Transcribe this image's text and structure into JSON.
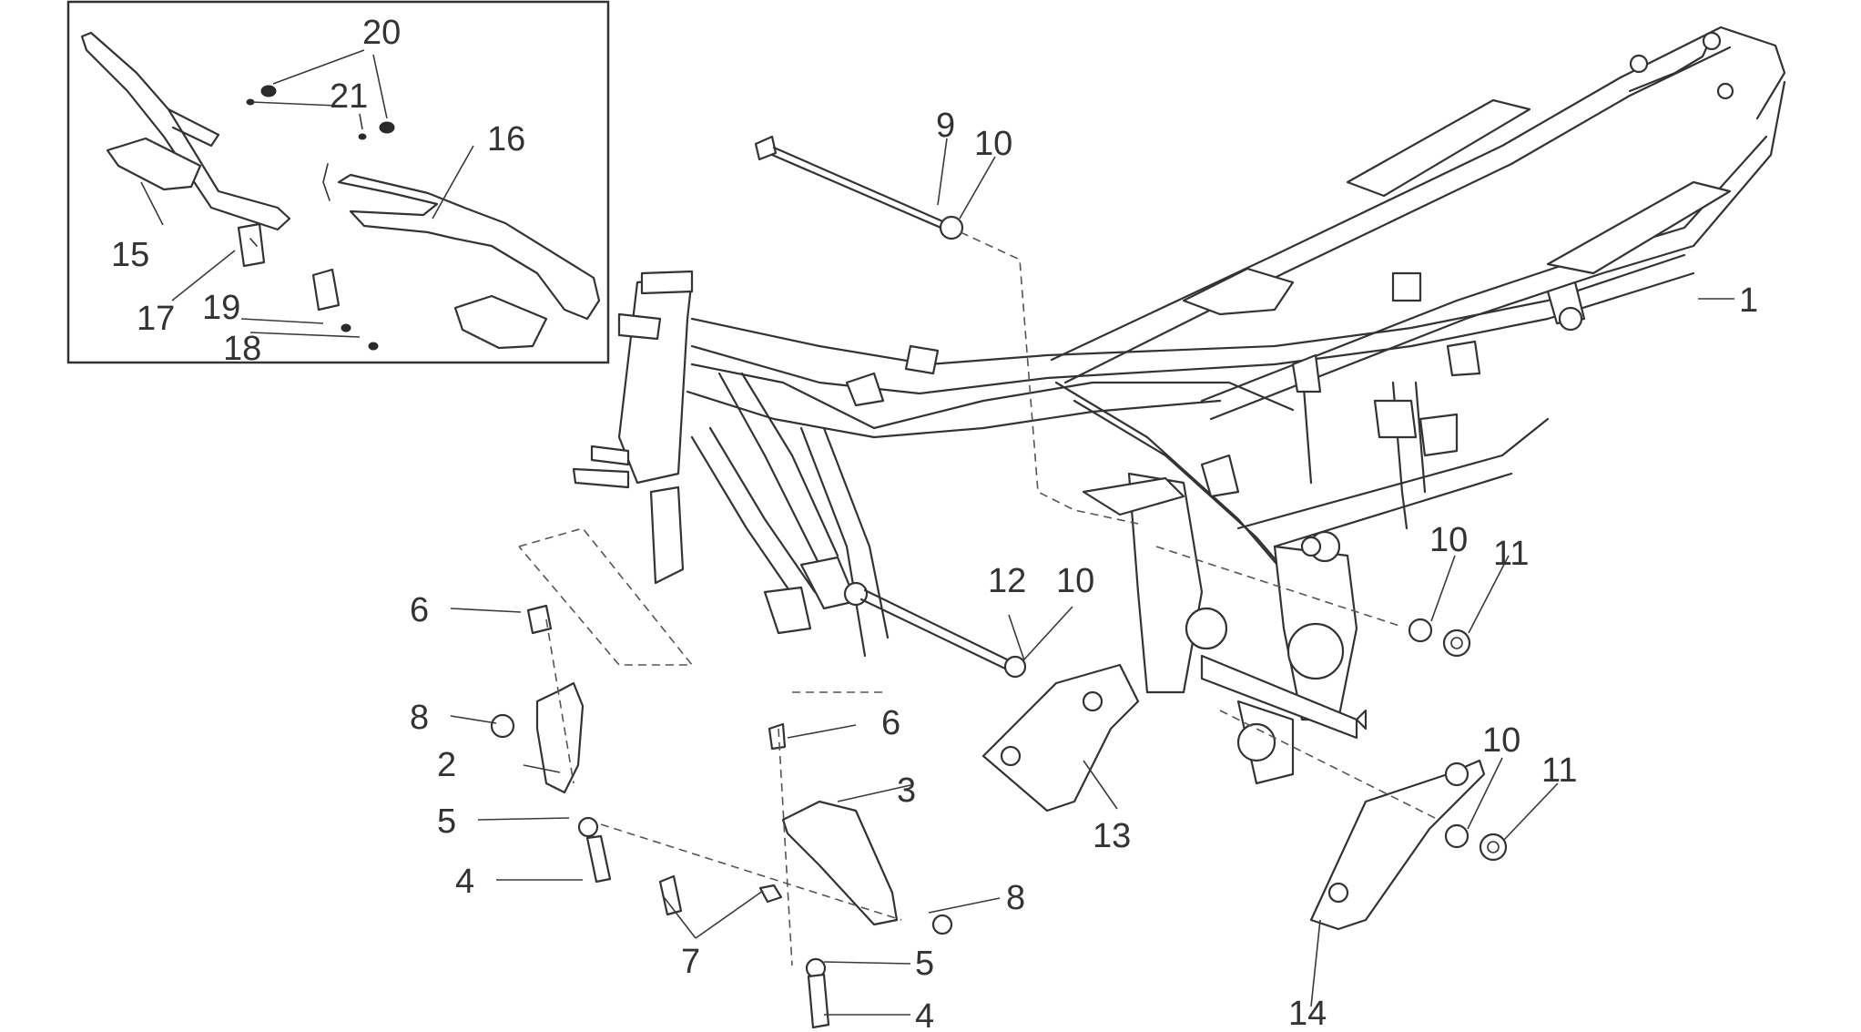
{
  "callouts": {
    "c1": "1",
    "c2": "2",
    "c3": "3",
    "c4a": "4",
    "c4b": "4",
    "c5a": "5",
    "c5b": "5",
    "c6a": "6",
    "c6b": "6",
    "c7": "7",
    "c8a": "8",
    "c8b": "8",
    "c9": "9",
    "c10a": "10",
    "c10b": "10",
    "c10c": "10",
    "c10d": "10",
    "c11a": "11",
    "c11b": "11",
    "c12": "12",
    "c13": "13",
    "c14": "14",
    "c15": "15",
    "c16": "16",
    "c17": "17",
    "c18": "18",
    "c19": "19",
    "c20": "20",
    "c21": "21"
  }
}
